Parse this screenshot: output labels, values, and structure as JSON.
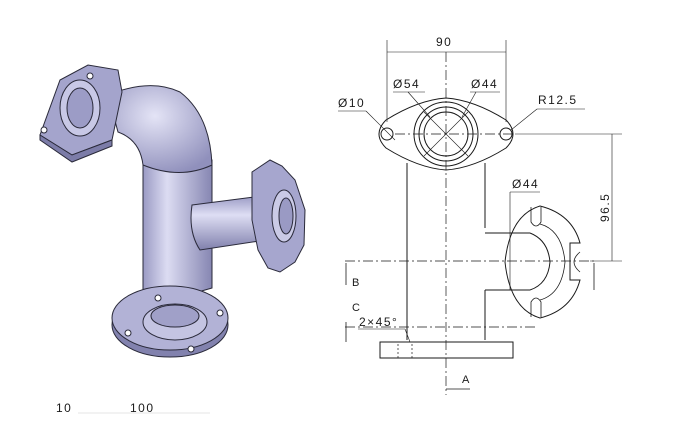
{
  "iso_view": {
    "body_color": "#b9b9dc",
    "shade_color": "#8c8cb4",
    "edge_color": "#2a2a3a"
  },
  "drawing": {
    "line_color": "#1a1a1a",
    "dimensions": {
      "width": "90",
      "bore_outer": "Ø54",
      "bore_inner": "Ø44",
      "hole": "Ø10",
      "radius": "R12.5",
      "side_bore": "Ø44",
      "height": "96.5",
      "chamfer": "2×45°"
    },
    "section_labels": {
      "a": "A",
      "b": "B",
      "c": "C"
    }
  },
  "scale_bar": {
    "left_label": "10",
    "right_label": "100"
  }
}
